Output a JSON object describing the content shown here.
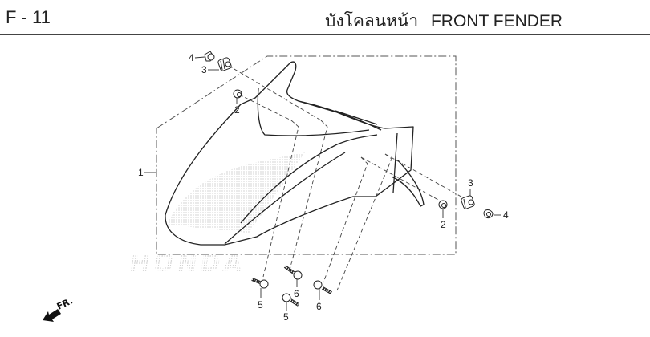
{
  "header": {
    "code": "F - 11",
    "title_thai": "บังโคลนหน้า",
    "title_en": "FRONT FENDER"
  },
  "diagram": {
    "direction_indicator": "FR.",
    "watermark": "HONDA",
    "callouts": [
      {
        "id": "c1",
        "number": "1",
        "part": "front-fender"
      },
      {
        "id": "c2a",
        "number": "2",
        "part": "nut-upper-left"
      },
      {
        "id": "c2b",
        "number": "2",
        "part": "nut-right"
      },
      {
        "id": "c3a",
        "number": "3",
        "part": "grommet-upper-left"
      },
      {
        "id": "c3b",
        "number": "3",
        "part": "grommet-right"
      },
      {
        "id": "c4a",
        "number": "4",
        "part": "collar-upper-left"
      },
      {
        "id": "c4b",
        "number": "4",
        "part": "collar-right"
      },
      {
        "id": "c5a",
        "number": "5",
        "part": "bolt-left"
      },
      {
        "id": "c5b",
        "number": "5",
        "part": "bolt-center"
      },
      {
        "id": "c6a",
        "number": "6",
        "part": "bolt-center-upper"
      },
      {
        "id": "c6b",
        "number": "6",
        "part": "bolt-right"
      }
    ]
  }
}
